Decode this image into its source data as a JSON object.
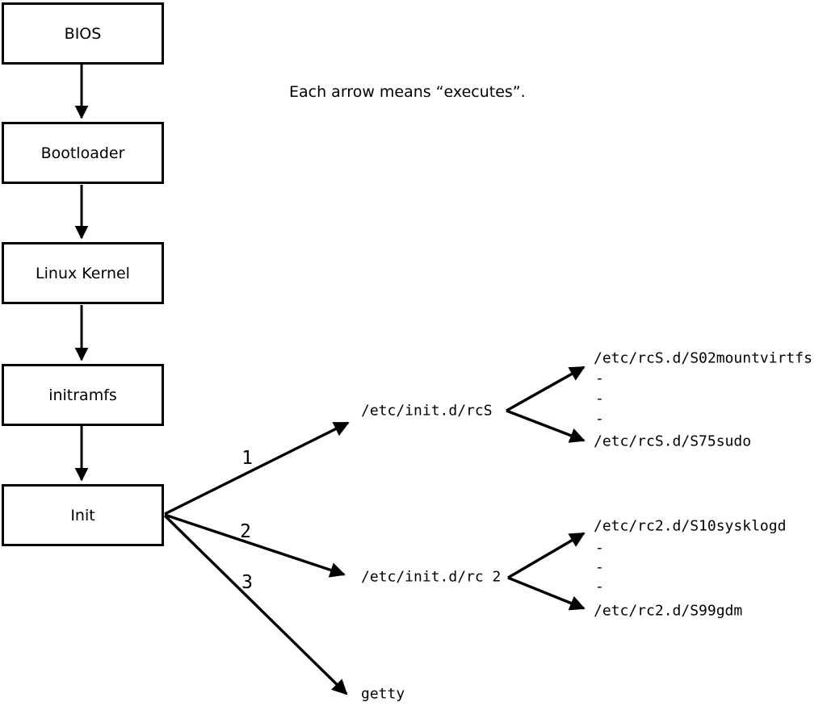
{
  "note": "Each arrow means “executes”.",
  "colors": {
    "ink": "#000000",
    "paper": "#ffffff"
  },
  "chain": [
    {
      "label": "BIOS"
    },
    {
      "label": "Bootloader"
    },
    {
      "label": "Linux Kernel"
    },
    {
      "label": "initramfs"
    },
    {
      "label": "Init"
    }
  ],
  "fanout": [
    {
      "number": "1",
      "target": "/etc/init.d/rcS",
      "children": [
        "/etc/rcS.d/S02mountvirtfs",
        "-",
        "-",
        "-",
        "/etc/rcS.d/S75sudo"
      ]
    },
    {
      "number": "2",
      "target": "/etc/init.d/rc 2",
      "children": [
        "/etc/rc2.d/S10sysklogd",
        "-",
        "-",
        "-",
        "/etc/rc2.d/S99gdm"
      ]
    },
    {
      "number": "3",
      "target": "getty",
      "children": []
    }
  ]
}
